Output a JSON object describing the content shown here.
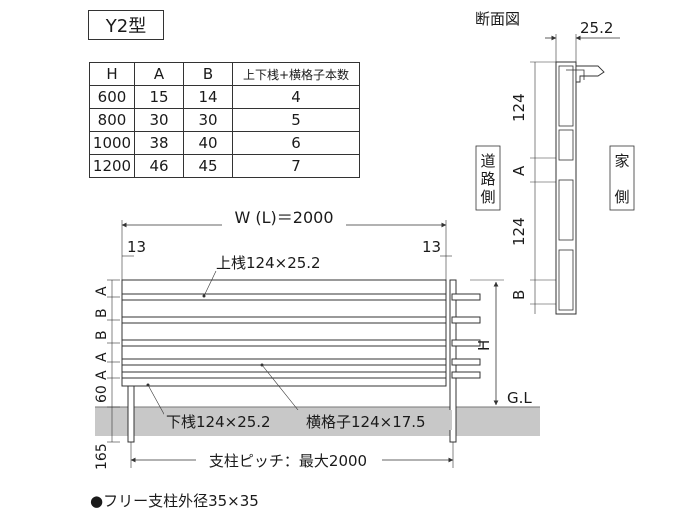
{
  "model_label": "Y2型",
  "table": {
    "headers": [
      "H",
      "A",
      "B",
      "上下桟+横格子本数"
    ],
    "rows": [
      [
        "600",
        "15",
        "14",
        "4"
      ],
      [
        "800",
        "30",
        "30",
        "5"
      ],
      [
        "1000",
        "38",
        "40",
        "6"
      ],
      [
        "1200",
        "46",
        "45",
        "7"
      ]
    ]
  },
  "elevation": {
    "width_label": "W (L)＝2000",
    "left_offset": "13",
    "right_offset": "13",
    "top_rail_label": "上桟124×25.2",
    "bottom_rail_label": "下桟124×25.2",
    "slat_label": "横格子124×17.5",
    "post_pitch_label": "支柱ピッチ：最大2000",
    "height_label": "H",
    "ground_label": "G.L",
    "vertical_labels": [
      "A",
      "B",
      "B",
      "A",
      "A"
    ],
    "clearance_label": "60",
    "embed_label": "165"
  },
  "section": {
    "title": "断面図",
    "depth_label": "25.2",
    "dims": [
      "124",
      "A",
      "124",
      "B"
    ],
    "road_side": [
      "道",
      "路",
      "側"
    ],
    "house_side": [
      "家",
      "側"
    ]
  },
  "footnote": "●フリー支柱外径35×35"
}
